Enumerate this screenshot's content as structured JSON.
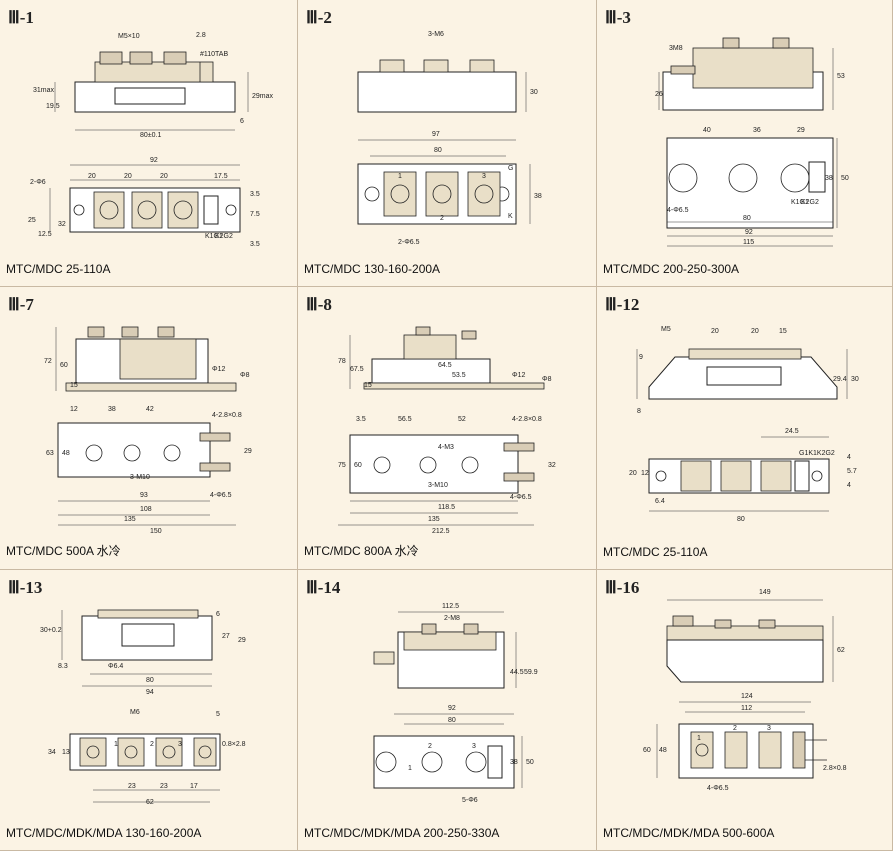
{
  "cells": [
    {
      "id": "III-1",
      "title": "Ⅲ-1",
      "caption": "MTC/MDC 25-110A",
      "labels": [
        "M5×10",
        "2.8",
        "#110TAB",
        "31max",
        "19.5",
        "29max",
        "6",
        "80±0.1",
        "92",
        "2-Φ6",
        "20",
        "20",
        "20",
        "17.5",
        "3.5",
        "7.5",
        "3.5",
        "25",
        "12.5",
        "32",
        "K1G1",
        "K2G2"
      ]
    },
    {
      "id": "III-2",
      "title": "Ⅲ-2",
      "caption": "MTC/MDC 130-160-200A",
      "labels": [
        "3-M6",
        "30",
        "97",
        "80",
        "1",
        "2",
        "3",
        "G",
        "K",
        "38",
        "2-Φ6.5"
      ]
    },
    {
      "id": "III-3",
      "title": "Ⅲ-3",
      "caption": "MTC/MDC 200-250-300A",
      "labels": [
        "3M8",
        "26",
        "53",
        "40",
        "36",
        "29",
        "K1G1",
        "K2G2",
        "4-Φ6.5",
        "80",
        "92",
        "115",
        "38",
        "50"
      ]
    },
    {
      "id": "III-7",
      "title": "Ⅲ-7",
      "caption": "MTC/MDC 500A 水冷",
      "labels": [
        "72",
        "60",
        "15",
        "Φ12",
        "Φ8",
        "12",
        "38",
        "42",
        "4-2.8×0.8",
        "63",
        "48",
        "3-M10",
        "29",
        "93",
        "4-Φ6.5",
        "108",
        "135",
        "150"
      ]
    },
    {
      "id": "III-8",
      "title": "Ⅲ-8",
      "caption": "MTC/MDC 800A 水冷",
      "labels": [
        "78",
        "67.5",
        "64.5",
        "53.5",
        "15",
        "Φ12",
        "Φ8",
        "3.5",
        "56.5",
        "52",
        "4-2.8×0.8",
        "4-M3",
        "75",
        "60",
        "3-M10",
        "32",
        "118.5",
        "4-Φ6.5",
        "135",
        "212.5"
      ]
    },
    {
      "id": "III-12",
      "title": "Ⅲ-12",
      "caption": "MTC/MDC 25-110A",
      "labels": [
        "M5",
        "20",
        "20",
        "15",
        "9",
        "29.4",
        "30",
        "8",
        "24.5",
        "20",
        "12",
        "6.4",
        "4",
        "5.7",
        "4",
        "G1K1K2G2",
        "80"
      ]
    },
    {
      "id": "III-13",
      "title": "Ⅲ-13",
      "caption": "MTC/MDC/MDK/MDA 130-160-200A",
      "labels": [
        "30+0.2",
        "6",
        "27",
        "29",
        "8.3",
        "Φ6.4",
        "80",
        "94",
        "M6",
        "5",
        "1",
        "2",
        "3",
        "34",
        "13",
        "0.8×2.8",
        "23",
        "23",
        "17",
        "62"
      ]
    },
    {
      "id": "III-14",
      "title": "Ⅲ-14",
      "caption": "MTC/MDC/MDK/MDA 200-250-330A",
      "labels": [
        "112.5",
        "2-M8",
        "44.5",
        "59.9",
        "92",
        "80",
        "2",
        "1",
        "3",
        "38",
        "50",
        "5-Φ6"
      ]
    },
    {
      "id": "III-16",
      "title": "Ⅲ-16",
      "caption": "MTC/MDC/MDK/MDA 500-600A",
      "labels": [
        "149",
        "62",
        "124",
        "112",
        "1",
        "2",
        "3",
        "60",
        "48",
        "4-Φ6.5",
        "2.8×0.8"
      ]
    }
  ]
}
